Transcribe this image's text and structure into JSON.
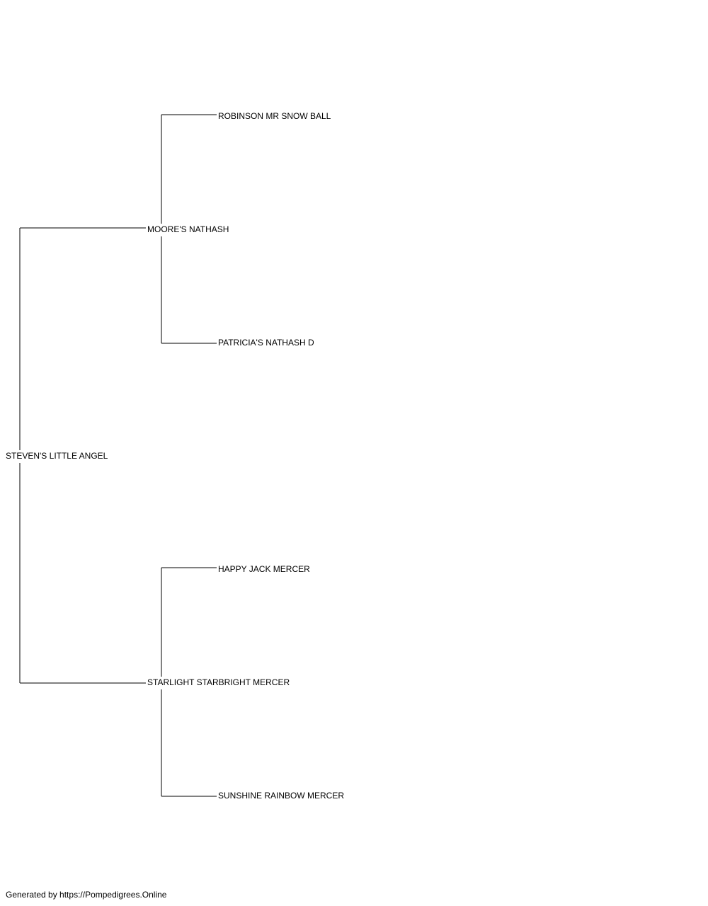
{
  "pedigree": {
    "subject": "STEVEN'S LITTLE ANGEL",
    "sire": {
      "name": "MOORE'S NATHASH",
      "sire": "ROBINSON MR SNOW BALL",
      "dam": "PATRICIA'S NATHASH D"
    },
    "dam": {
      "name": "STARLIGHT STARBRIGHT MERCER",
      "sire": "HAPPY JACK MERCER",
      "dam": "SUNSHINE RAINBOW MERCER"
    }
  },
  "footer": {
    "text": "Generated by https://Pompedigrees.Online"
  },
  "colors": {
    "line": "#000000",
    "text": "#000000",
    "background": "#ffffff"
  }
}
